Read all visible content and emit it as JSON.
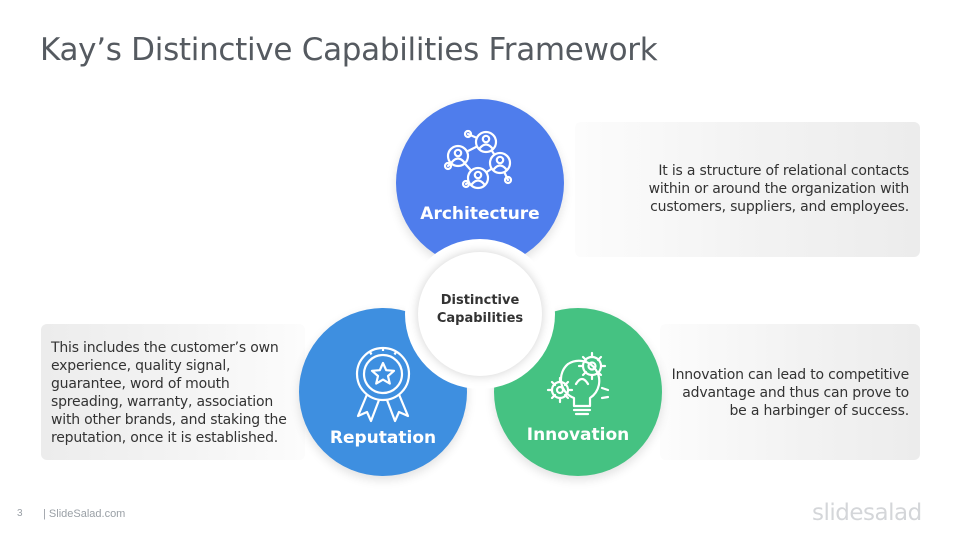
{
  "slide": {
    "title": "Kay’s Distinctive Capabilities Framework",
    "page_number": "3",
    "footer_site": "| SlideSalad.com",
    "brand": "slidesalad"
  },
  "center": {
    "label": "Distinctive Capabilities"
  },
  "capabilities": [
    {
      "name": "Architecture",
      "color": "#4f7dec",
      "icon": "network-people-icon",
      "description": "It is a structure of relational contacts within or around the organization with customers, suppliers, and employees."
    },
    {
      "name": "Reputation",
      "color": "#3e8fe0",
      "icon": "award-badge-icon",
      "description": "This includes the customer’s own experience, quality signal, guarantee, word of mouth spreading, warranty, association with other brands, and staking the reputation, once it is established."
    },
    {
      "name": "Innovation",
      "color": "#45c282",
      "icon": "lightbulb-gears-icon",
      "description": "Innovation can lead to competitive advantage and thus can prove to be a harbinger of success."
    }
  ]
}
